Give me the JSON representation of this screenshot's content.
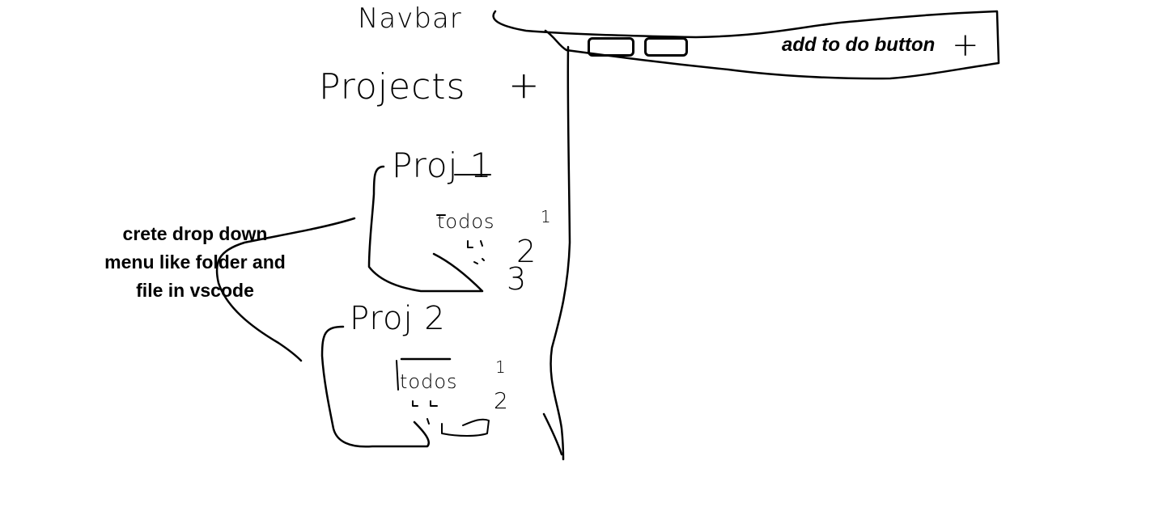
{
  "navbar": {
    "label": "Navbar",
    "add_todo_label": "add to do button",
    "add_todo_icon": "plus-icon"
  },
  "sidebar": {
    "title": "Projects",
    "add_icon": "plus-icon",
    "projects": [
      {
        "name": "Proj 1",
        "todos": [
          "todos",
          "2",
          "3"
        ],
        "todo_numbers": [
          "1",
          "2",
          "3"
        ]
      },
      {
        "name": "Proj 2",
        "todos": [
          "todos",
          "2"
        ],
        "todo_numbers": [
          "1",
          "2"
        ]
      }
    ]
  },
  "annotation": {
    "text": "crete drop down menu like folder and file in vscode"
  }
}
